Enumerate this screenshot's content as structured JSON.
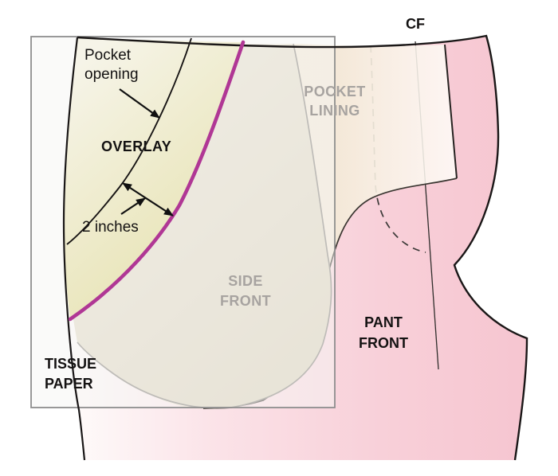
{
  "diagram": {
    "type": "sewing-pattern-illustration",
    "labels": {
      "cf": "CF",
      "pocket_opening": "Pocket\nopening",
      "overlay": "OVERLAY",
      "two_inches": "2 inches",
      "pocket_lining": "POCKET\nLINING",
      "side_front": "SIDE\nFRONT",
      "pant_front": "PANT\nFRONT",
      "tissue_paper": "TISSUE\nPAPER"
    },
    "colors": {
      "magenta_curve": "#b03795",
      "outline_black": "#1a1717",
      "inner_curve_black": "#171414",
      "gray_piece_line": "#87827c",
      "lining_edge": "#262220",
      "lining_bottom_curve": "#3a3631",
      "tissue_border": "#8e8e8e",
      "tissue_fill": "#f6f5f3",
      "cf_line": "#2f2d2b",
      "dashed_line": "#3c3a38",
      "arrow_black": "#111111",
      "gray_label_text": "#a7a3a0",
      "pant_pink": "#f7c9d3",
      "side_front_beige": "#ded6c2",
      "overlay_yellow": "#e9e5bb",
      "lining_light": "#fbf4ec"
    }
  }
}
